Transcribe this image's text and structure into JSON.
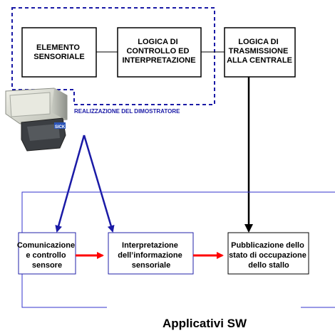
{
  "top_blocks": {
    "sensor_element": [
      "ELEMENTO",
      "SENSORIALE"
    ],
    "control_logic": [
      "LOGICA DI",
      "CONTROLLO ED",
      "INTERPRETAZIONE"
    ],
    "transmission_logic": [
      "LOGICA DI",
      "TRASMISSIONE",
      "ALLA CENTRALE"
    ]
  },
  "demonstrator_caption": "REALIZZAZIONE DEL DIMOSTRATORE",
  "device_brand": "SICK",
  "sw_blocks": {
    "communication": [
      "Comunicazione",
      "e controllo",
      "sensore"
    ],
    "interpretation": [
      "Interpretazione",
      "dell’informazione",
      "sensoriale"
    ],
    "publication": [
      "Pubblicazione dello",
      "stato di occupazione",
      "dello stallo"
    ]
  },
  "sw_region_label": "Applicativi SW",
  "colors": {
    "dashed_border": "#1a1aa6",
    "blue_arrow": "#1a1aa6",
    "red_arrow": "#ff0000",
    "sw_frame": "#3333cc",
    "lower_box_border": "#2222aa",
    "black_arrow": "#000000"
  }
}
